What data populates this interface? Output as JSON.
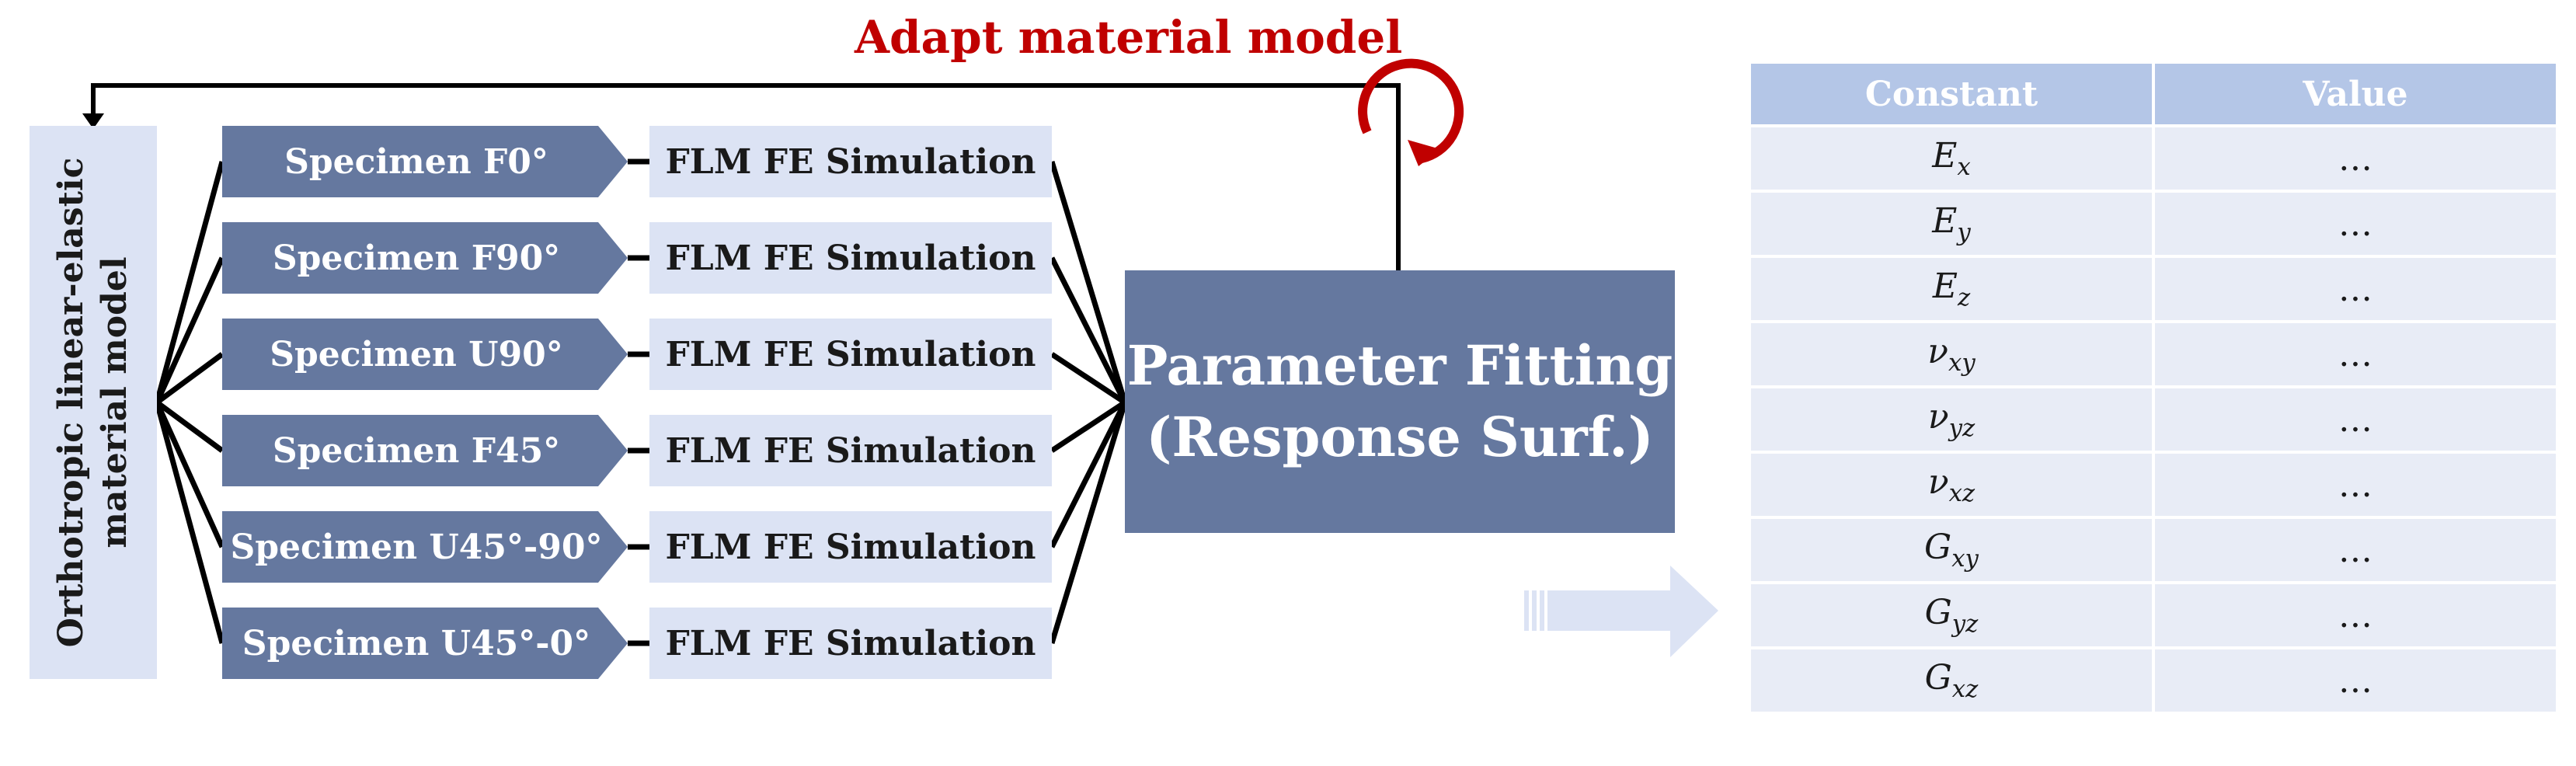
{
  "title": "Adapt material model",
  "material_model_label_line1": "Orthotropic linear-elastic",
  "material_model_label_line2": "material model",
  "specimens": [
    {
      "specimen": "Specimen F0°",
      "simulation": "FLM FE Simulation"
    },
    {
      "specimen": "Specimen F90°",
      "simulation": "FLM FE Simulation"
    },
    {
      "specimen": "Specimen U90°",
      "simulation": "FLM FE Simulation"
    },
    {
      "specimen": "Specimen F45°",
      "simulation": "FLM FE Simulation"
    },
    {
      "specimen": "Specimen U45°-90°",
      "simulation": "FLM FE Simulation"
    },
    {
      "specimen": "Specimen U45°-0°",
      "simulation": "FLM FE Simulation"
    }
  ],
  "fitting": {
    "line1": "Parameter Fitting",
    "line2": "(Response Surf.)"
  },
  "table": {
    "headers": [
      "Constant",
      "Value"
    ],
    "rows": [
      {
        "base": "E",
        "sub": "x",
        "value": "…"
      },
      {
        "base": "E",
        "sub": "y",
        "value": "…"
      },
      {
        "base": "E",
        "sub": "z",
        "value": "…"
      },
      {
        "base": "ν",
        "sub": "xy",
        "value": "…"
      },
      {
        "base": "ν",
        "sub": "yz",
        "value": "…"
      },
      {
        "base": "ν",
        "sub": "xz",
        "value": "…"
      },
      {
        "base": "G",
        "sub": "xy",
        "value": "…"
      },
      {
        "base": "G",
        "sub": "yz",
        "value": "…"
      },
      {
        "base": "G",
        "sub": "xz",
        "value": "…"
      }
    ]
  },
  "colors": {
    "specimen_fill": "#65789f",
    "simulation_fill": "#dce3f4",
    "fitting_fill": "#65789f",
    "table_header": "#b4c6e7",
    "table_row": "#e8ecf6",
    "accent_red": "#c00000",
    "arrow_fill": "#dce3f4"
  }
}
